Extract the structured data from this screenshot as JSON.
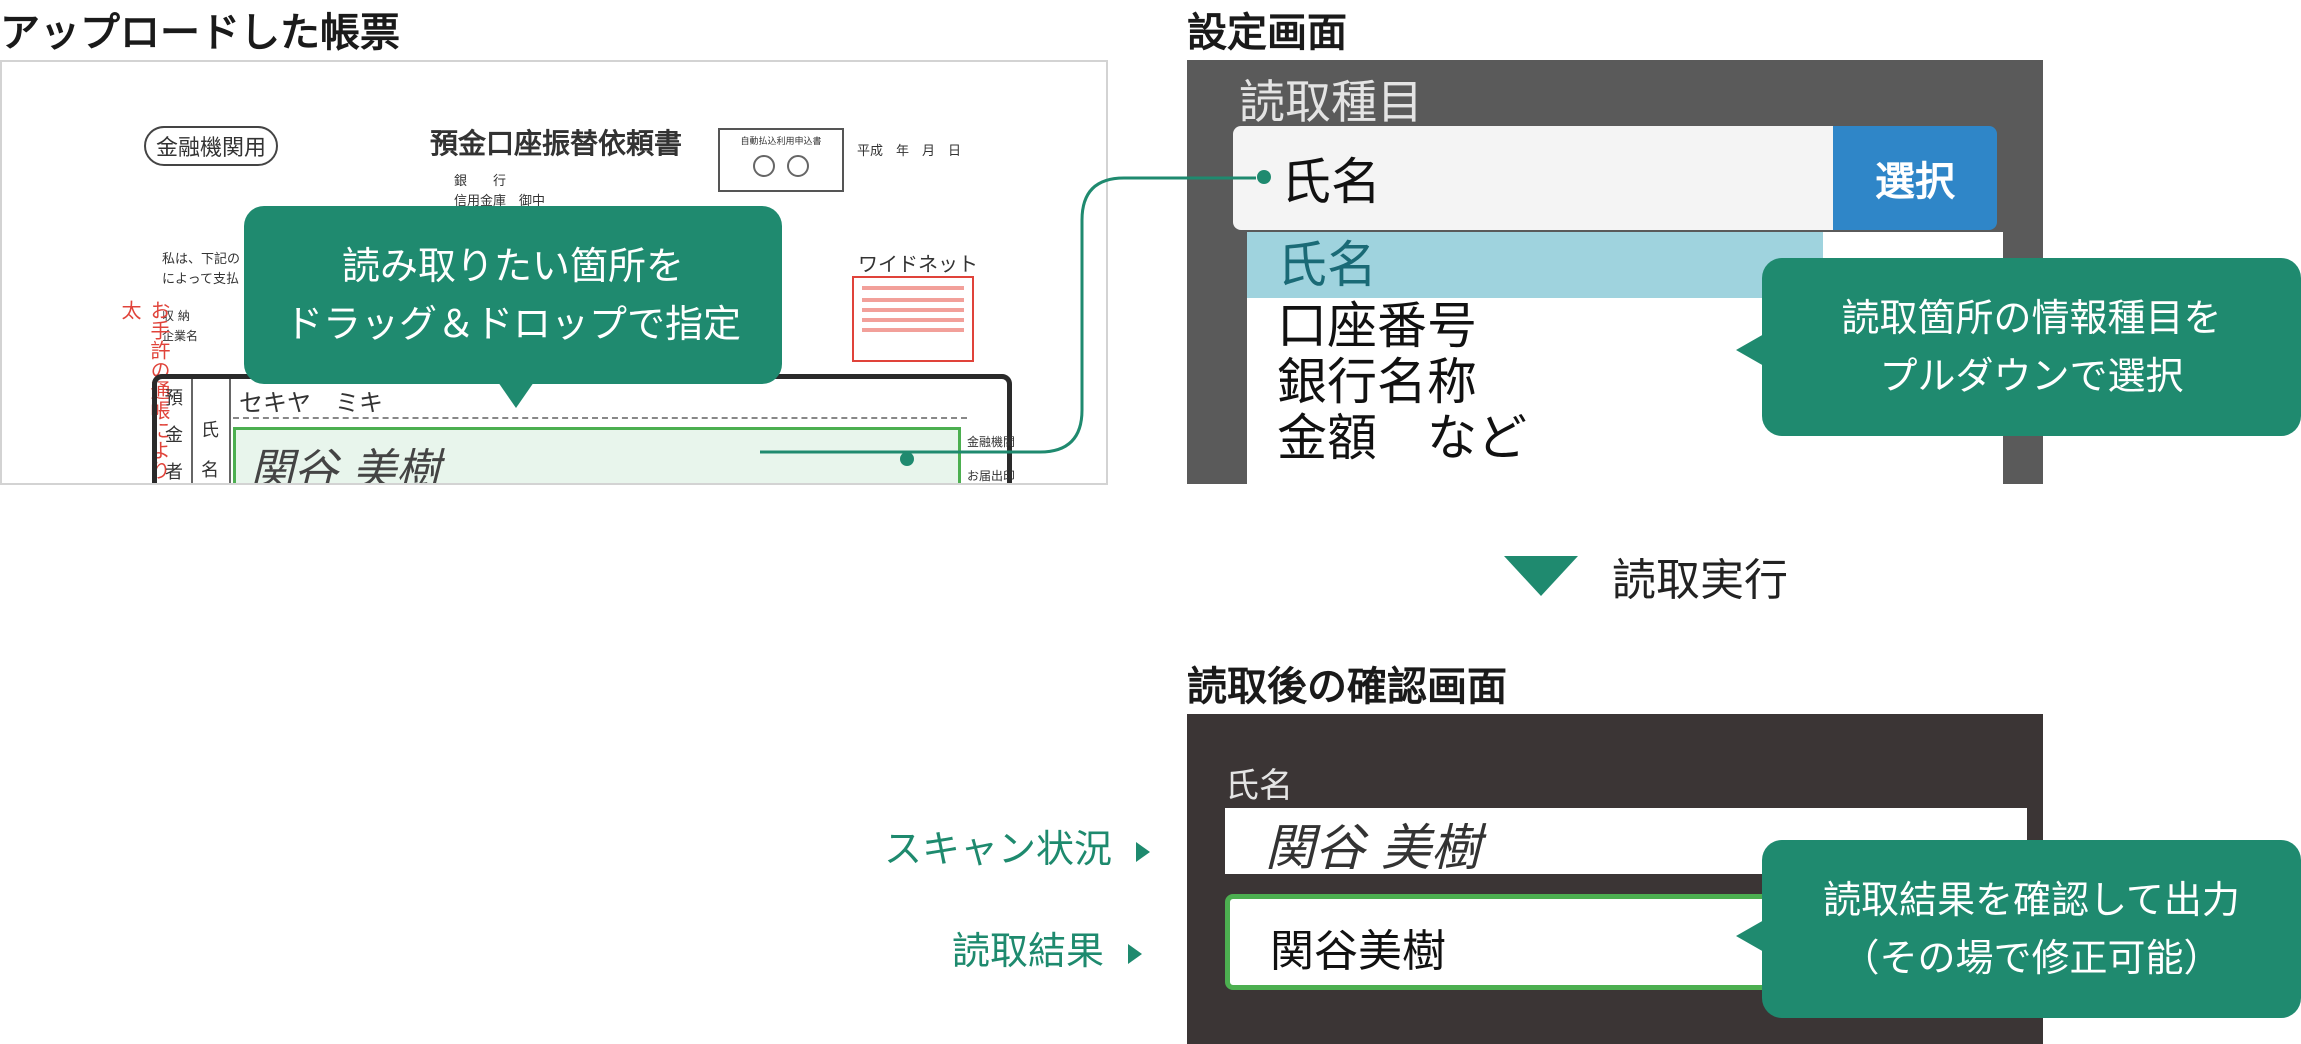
{
  "sections": {
    "uploaded_title": "アップロードした帳票",
    "settings_title": "設定画面",
    "result_title": "読取後の確認画面"
  },
  "form": {
    "bank_use": "金融機関用",
    "doc_title": "預金口座振替依頼書",
    "auto_box_label": "自動払込利用申込書",
    "date_labels": "平成　年　月　日",
    "bank_branch": "銀　　行\n信用金庫　御中",
    "wide_net": "ワイドネット",
    "furigana": "セキヤ　ミキ",
    "row_labels": [
      "預",
      "金",
      "者"
    ],
    "name_label": [
      "氏",
      "名"
    ],
    "handwritten_name": "関谷 美樹",
    "kin_label": "金融機関",
    "todoke_label": "お届出印",
    "red_side_text": "お手許の通帳により太",
    "small_text_1": "私は、下記の",
    "small_text_2": "によって支払",
    "shuno": "収 納",
    "kigyo": "企業名"
  },
  "callouts": {
    "drag": [
      "読み取りたい箇所を",
      "ドラッグ＆ドロップで指定"
    ],
    "pulldown": [
      "読取箇所の情報種目を",
      "プルダウンで選択"
    ],
    "confirm": [
      "読取結果を確認して出力",
      "（その場で修正可能）"
    ]
  },
  "settings": {
    "field_label": "読取種目",
    "selected_value": "氏名",
    "select_button": "選択",
    "options": [
      "氏名",
      "口座番号",
      "銀行名称",
      "金額　など"
    ]
  },
  "run": {
    "label": "読取実行"
  },
  "result": {
    "field_label": "氏名",
    "scan_value": "関谷 美樹",
    "read_value": "関谷美樹",
    "scan_status_label": "スキャン状況",
    "read_result_label": "読取結果"
  },
  "colors": {
    "accent": "#1f8a6f",
    "highlight": "#9fd3de",
    "select_button": "#2f86c8"
  }
}
